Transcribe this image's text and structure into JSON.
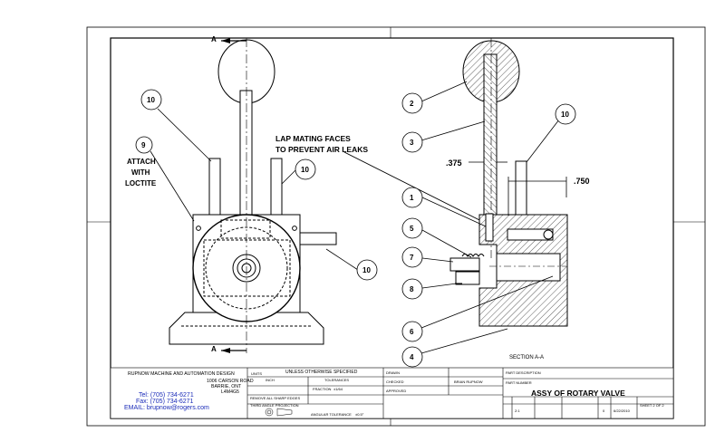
{
  "drawing": {
    "section_label": "A",
    "section_view_label": "SECTION A-A",
    "notes": {
      "loctite_line1": "ATTACH",
      "loctite_line2": "WITH",
      "loctite_line3": "LOCTITE",
      "lap_line1": "LAP MATING FACES",
      "lap_line2": "TO PREVENT AIR LEAKS"
    },
    "dimensions": {
      "d1": ".375",
      "d2": ".750"
    },
    "balloons": {
      "b_left_10_top": "10",
      "b_left_9": "9",
      "b_left_10_right": "10",
      "b_left_10_bottom": "10",
      "b_2": "2",
      "b_3": "3",
      "b_right_10": "10",
      "b_1": "1",
      "b_5": "5",
      "b_7": "7",
      "b_8": "8",
      "b_6": "6",
      "b_4": "4"
    }
  },
  "title_block": {
    "company": "RUPNOW MACHINE AND AUTOMATION DESIGN",
    "address1": "1006 CARSON ROAD",
    "address2": "BARRIE, ONT",
    "postal": "L4M4G5",
    "tel": "Tel: (705) 734-6271",
    "fax": "Fax: (705) 734-6271",
    "email": "EMAIL: brupnow@rogers.com",
    "unless": "UNLESS OTHERWISE SPECIFIED",
    "units": "UNITS",
    "inch": "INCH",
    "tolerances": "TOLERANCES",
    "fraction": "FRACTION",
    "fraction_val": "±1/64",
    "remove_edges": "REMOVE ALL SHARP EDGES",
    "third_angle": "THIRD ANGLE PROJECTION",
    "angular": "ANGULAR TOLERANCE",
    "angular_val": "±0.5°",
    "drawn": "DRAWN",
    "checked": "CHECKED",
    "approved": "APPROVED",
    "drawn_by": "BRIAN RUPNOW",
    "part_description_label": "PART DESCRIPTION",
    "part_number_label": "PART NUMBER",
    "title": "ASSY OF ROTARY VALVE",
    "scale": "2:1",
    "rev": "0",
    "date": "6/22/2010",
    "sheet": "SHEET 2 OF 2"
  }
}
